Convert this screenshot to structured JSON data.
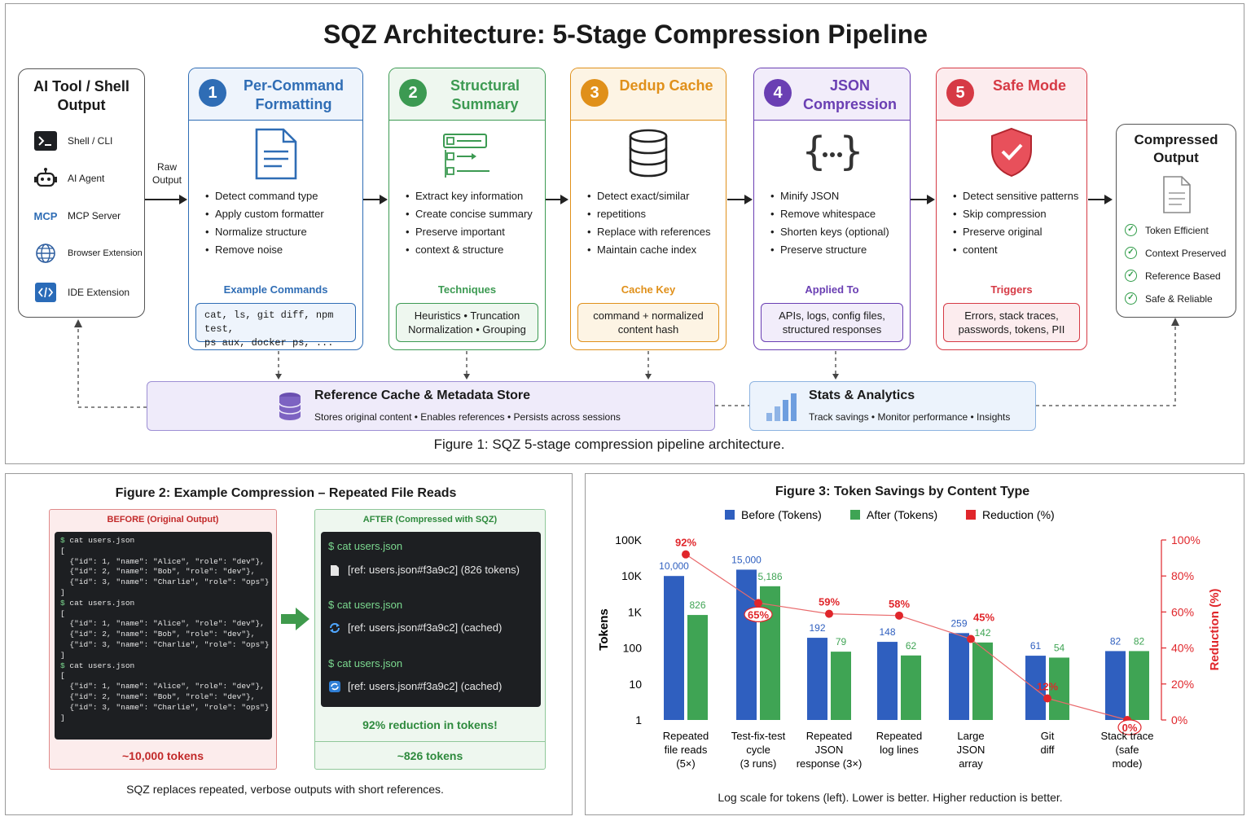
{
  "title": "SQZ Architecture: 5-Stage Compression Pipeline",
  "source": {
    "title": "AI Tool / Shell Output",
    "items": [
      {
        "label": "Shell / CLI",
        "icon": "terminal-icon"
      },
      {
        "label": "AI Agent",
        "icon": "robot-icon"
      },
      {
        "label": "MCP Server",
        "icon": "mcp-icon",
        "icon_text": "MCP"
      },
      {
        "label": "Browser Extension",
        "icon": "globe-icon"
      },
      {
        "label": "IDE Extension",
        "icon": "code-icon"
      }
    ]
  },
  "raw_output_label": "Raw\nOutput",
  "stages": [
    {
      "num": "1",
      "title": "Per-Command Formatting",
      "color": "#2f6db5",
      "bg": "#eef4fc",
      "icon": "document-icon",
      "bullets": [
        "Detect command type",
        "Apply custom formatter",
        "Normalize structure",
        "Remove noise"
      ],
      "sub_label": "Example Commands",
      "sub_text": "cat, ls, git diff, npm test,\nps aux, docker ps, ..."
    },
    {
      "num": "2",
      "title": "Structural Summary",
      "color": "#3c9a52",
      "bg": "#eef7ef",
      "icon": "list-structure-icon",
      "bullets": [
        "Extract key information",
        "Create concise summary",
        "Preserve important",
        "context & structure"
      ],
      "sub_label": "Techniques",
      "sub_text": "Heuristics • Truncation\nNormalization • Grouping"
    },
    {
      "num": "3",
      "title": "Dedup Cache",
      "color": "#e0901a",
      "bg": "#fdf4e4",
      "icon": "database-icon",
      "bullets": [
        "Detect exact/similar",
        "repetitions",
        "Replace with references",
        "Maintain cache index"
      ],
      "sub_label": "Cache Key",
      "sub_text": "command + normalized\ncontent hash"
    },
    {
      "num": "4",
      "title": "JSON Compression",
      "color": "#6a3fb3",
      "bg": "#f2edfa",
      "icon": "braces-icon",
      "bullets": [
        "Minify JSON",
        "Remove whitespace",
        "Shorten keys (optional)",
        "Preserve structure"
      ],
      "sub_label": "Applied To",
      "sub_text": "APIs, logs, config files,\nstructured responses"
    },
    {
      "num": "5",
      "title": "Safe Mode",
      "color": "#d63a45",
      "bg": "#fcecee",
      "icon": "shield-check-icon",
      "bullets": [
        "Detect sensitive patterns",
        "Skip compression",
        "Preserve original",
        "content"
      ],
      "sub_label": "Triggers",
      "sub_text": "Errors, stack traces,\npasswords, tokens, PII"
    }
  ],
  "output": {
    "title": "Compressed Output",
    "items": [
      "Token Efficient",
      "Context Preserved",
      "Reference Based",
      "Safe & Reliable"
    ]
  },
  "cache_store": {
    "title": "Reference Cache & Metadata Store",
    "subtitle": "Stores original content • Enables references • Persists across sessions"
  },
  "stats": {
    "title": "Stats & Analytics",
    "subtitle": "Track savings • Monitor performance • Insights"
  },
  "fig1_caption": "Figure 1: SQZ 5-stage compression pipeline architecture.",
  "fig2": {
    "title": "Figure 2: Example Compression – Repeated File Reads",
    "before_label": "BEFORE (Original Output)",
    "after_label": "AFTER (Compressed with SQZ)",
    "before_lines": [
      "$ cat users.json",
      "[",
      "  {\"id\": 1, \"name\": \"Alice\", \"role\": \"dev\"},",
      "  {\"id\": 2, \"name\": \"Bob\", \"role\": \"dev\"},",
      "  {\"id\": 3, \"name\": \"Charlie\", \"role\": \"ops\"}",
      "]",
      "$ cat users.json",
      "[",
      "  {\"id\": 1, \"name\": \"Alice\", \"role\": \"dev\"},",
      "  {\"id\": 2, \"name\": \"Bob\", \"role\": \"dev\"},",
      "  {\"id\": 3, \"name\": \"Charlie\", \"role\": \"ops\"}",
      "]",
      "$ cat users.json",
      "[",
      "  {\"id\": 1, \"name\": \"Alice\", \"role\": \"dev\"},",
      "  {\"id\": 2, \"name\": \"Bob\", \"role\": \"dev\"},",
      "  {\"id\": 3, \"name\": \"Charlie\", \"role\": \"ops\"}",
      "]"
    ],
    "after_blocks": [
      {
        "cmd": "$ cat users.json",
        "ref": "[ref: users.json#f3a9c2] (826 tokens)"
      },
      {
        "cmd": "$ cat users.json",
        "ref": "[ref: users.json#f3a9c2] (cached)"
      },
      {
        "cmd": "$ cat users.json",
        "ref": "[ref: users.json#f3a9c2] (cached)"
      }
    ],
    "reduction_text": "92% reduction in tokens!",
    "before_tokens": "~10,000 tokens",
    "after_tokens": "~826 tokens",
    "caption": "SQZ replaces repeated, verbose outputs with short references."
  },
  "chart_data": {
    "type": "bar",
    "title": "Figure 3: Token Savings by Content Type",
    "categories": [
      "Repeated\nfile reads\n(5×)",
      "Test-fix-test\ncycle\n(3 runs)",
      "Repeated\nJSON\nresponse (3×)",
      "Repeated\nlog lines",
      "Large\nJSON\narray",
      "Git\ndiff",
      "Stack trace\n(safe\nmode)"
    ],
    "series": [
      {
        "name": "Before (Tokens)",
        "color": "#2f5fbf",
        "values": [
          10000,
          15000,
          192,
          148,
          259,
          61,
          82
        ],
        "labels": [
          "10,000",
          "15,000",
          "192",
          "148",
          "259",
          "61",
          "82"
        ]
      },
      {
        "name": "After (Tokens)",
        "color": "#3fa454",
        "values": [
          826,
          5186,
          79,
          62,
          142,
          54,
          82
        ],
        "labels": [
          "826",
          "5,186",
          "79",
          "62",
          "142",
          "54",
          "82"
        ]
      },
      {
        "name": "Reduction (%)",
        "color": "#e0262b",
        "values": [
          92,
          65,
          59,
          58,
          45,
          12,
          0
        ],
        "labels": [
          "92%",
          "65%",
          "59%",
          "58%",
          "45%",
          "12%",
          "0%"
        ]
      }
    ],
    "ylabel": "Tokens",
    "y2label": "Reduction (%)",
    "ylim": [
      1,
      100000
    ],
    "yscale": "log",
    "yticks": [
      "1",
      "10",
      "100",
      "1K",
      "10K",
      "100K"
    ],
    "y2lim": [
      0,
      100
    ],
    "y2ticks": [
      "0%",
      "20%",
      "40%",
      "60%",
      "80%",
      "100%"
    ],
    "legend": "top",
    "footnote": "Log scale for tokens (left). Lower is better. Higher reduction is better."
  }
}
